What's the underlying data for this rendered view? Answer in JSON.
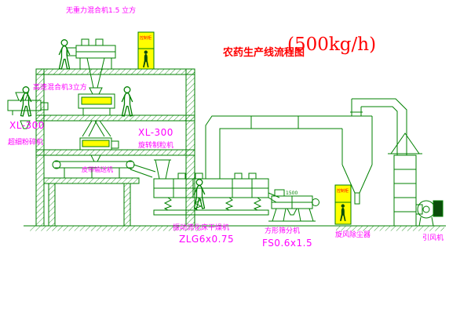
{
  "diagram": {
    "title": "农药生产线流程图",
    "capacity": "(500kg/h)"
  },
  "labels": {
    "top_mixer": "无重力混合机1.5 立方",
    "high_speed_mixer": "高速混合机3立方",
    "mill_model": "XL-300",
    "mill_name": "超细粉碎机",
    "granulator_model": "XL-300",
    "granulator_name": "旋转制粒机",
    "belt_conveyor": "皮带输送机",
    "dryer_name": "振动流化床干燥机",
    "dryer_model": "ZLG6x0.75",
    "sifter_name": "方形筛分机",
    "sifter_model": "FS0.6x1.5",
    "sifter_dim": "1500",
    "cyclone": "旋风除尘器",
    "fan": "引风机",
    "cabinet1": "控制柜",
    "cabinet2": "控制柜"
  },
  "colors": {
    "line_green": "#008000",
    "label_magenta": "#FF00FF",
    "title_red": "#FF0000",
    "cabinet_yellow": "#FFFF00"
  }
}
